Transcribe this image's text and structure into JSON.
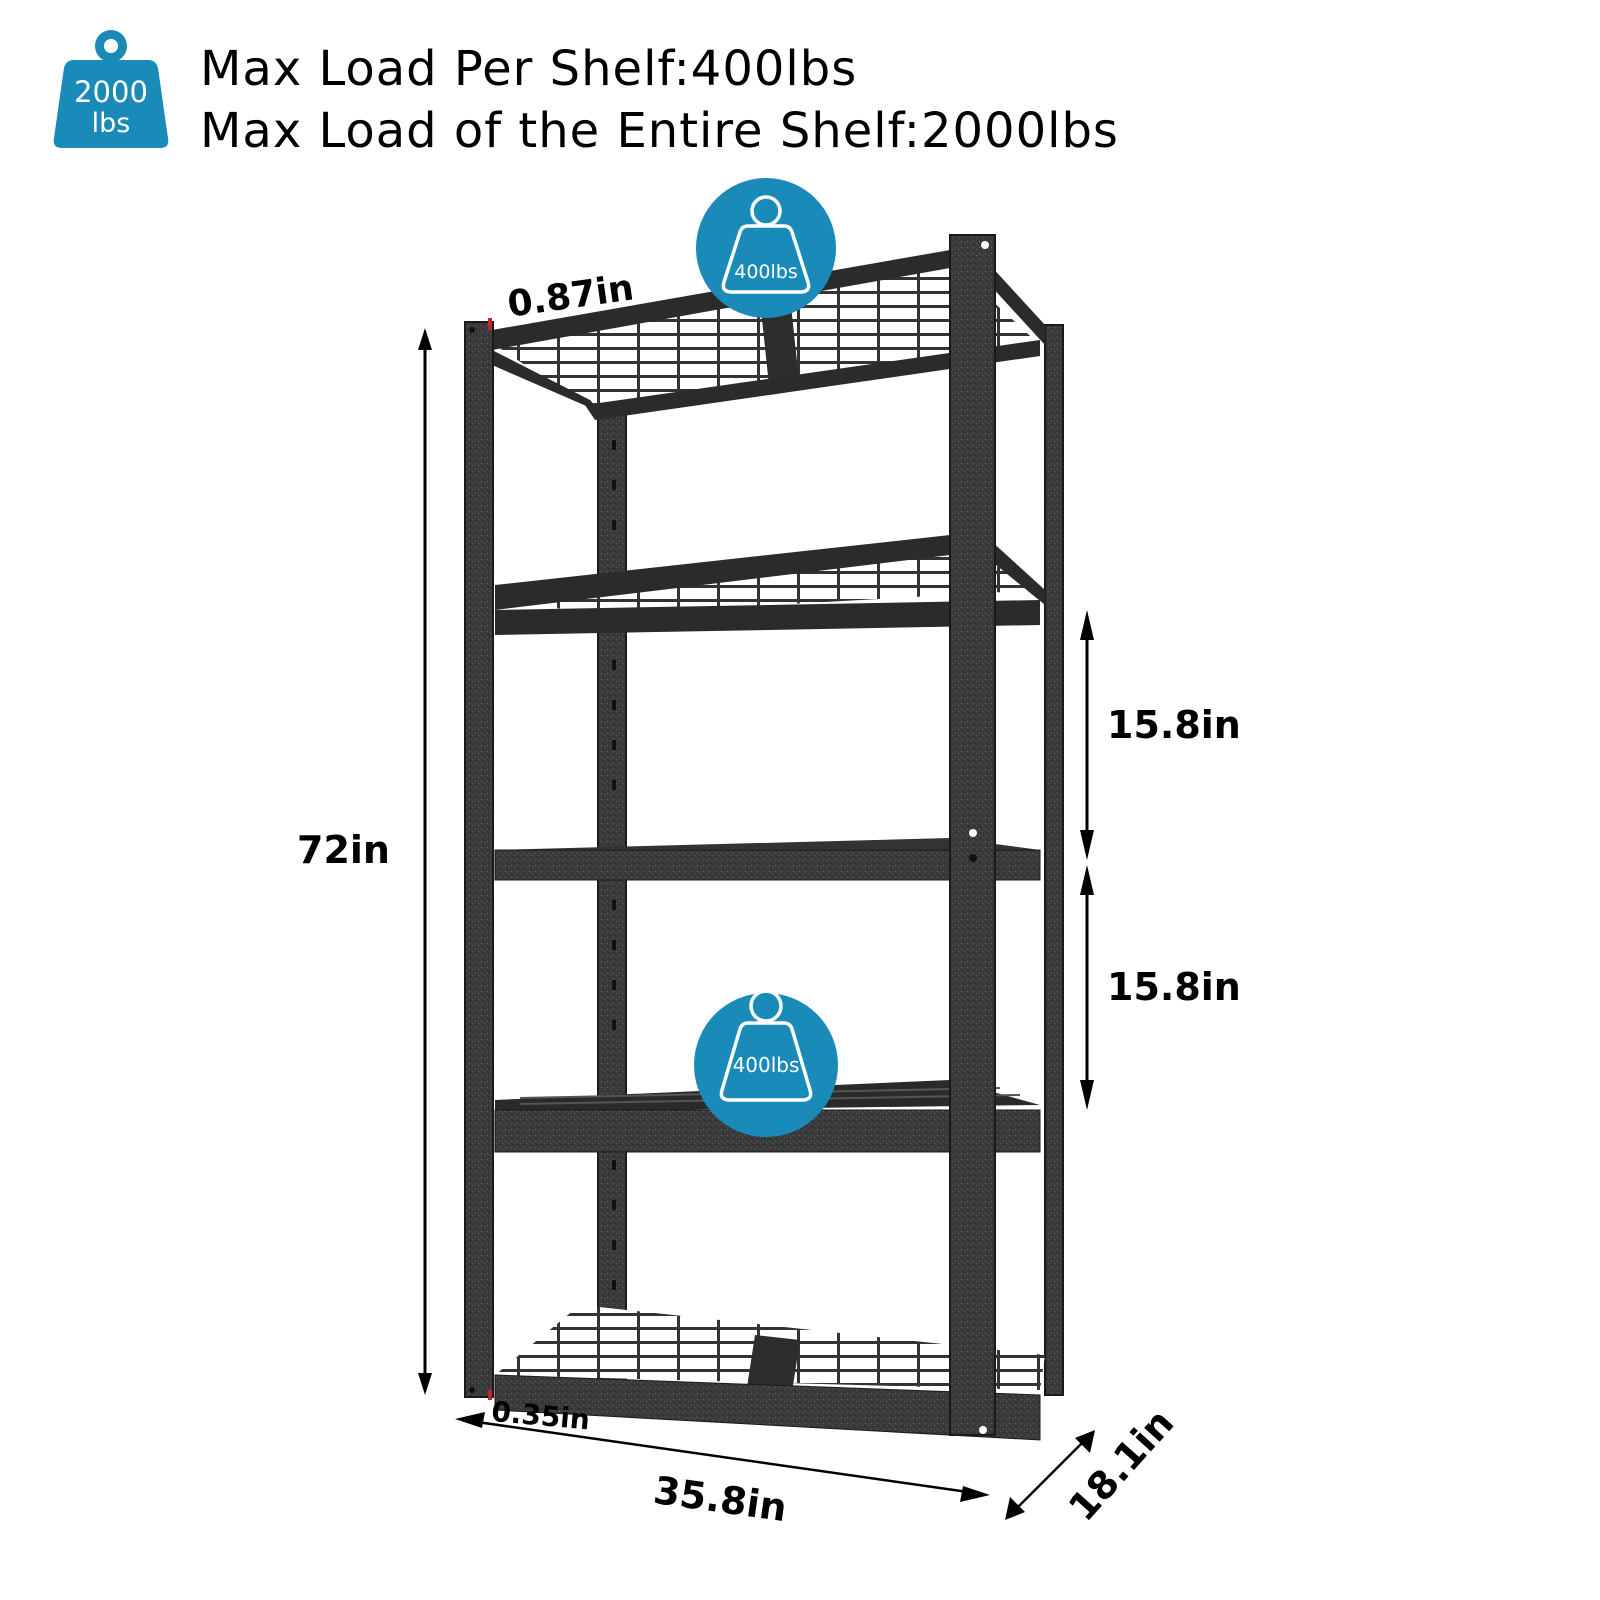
{
  "header": {
    "badge": {
      "icon": "weight-icon",
      "value": "2000",
      "unit": "lbs",
      "color": "#1a8bb8"
    },
    "line1": "Max Load Per Shelf:400lbs",
    "line2": "Max Load of the Entire Shelf:2000lbs"
  },
  "load_badges": [
    {
      "icon": "weight-icon",
      "label": "400lbs",
      "color": "#1a8bb8",
      "position": "top-shelf"
    },
    {
      "icon": "weight-icon",
      "label": "400lbs",
      "color": "#1a8bb8",
      "position": "fourth-shelf"
    }
  ],
  "dimensions": {
    "height": "72in",
    "shelf_gap_upper": "15.8in",
    "shelf_gap_lower": "15.8in",
    "beam_thickness_top": "0.87in",
    "beam_thickness_bottom": "0.35in",
    "width": "35.8in",
    "depth": "18.1in"
  },
  "product": {
    "type": "5-tier metal shelving unit",
    "tiers": 5,
    "finish_color": "#2b2b2b"
  }
}
